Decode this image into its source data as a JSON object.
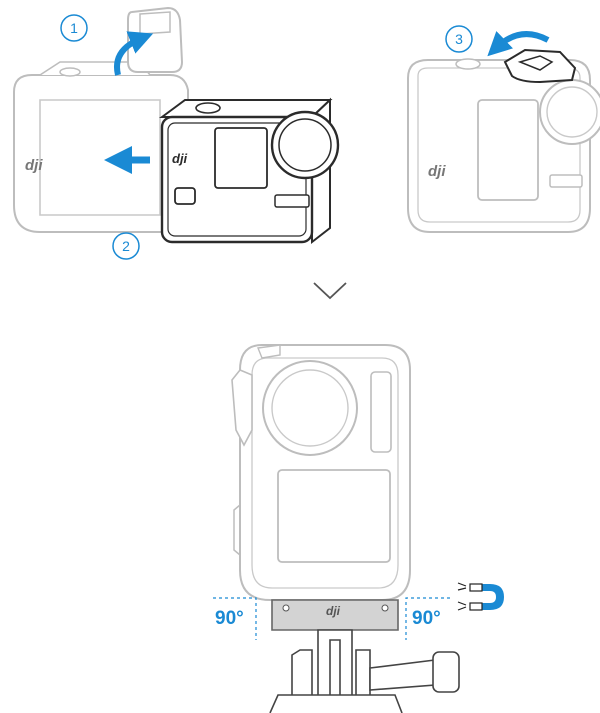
{
  "steps": [
    "1",
    "2",
    "3"
  ],
  "angle_left": "90°",
  "angle_right": "90°",
  "brand": "dji",
  "colors": {
    "accent": "#1a8ad4",
    "outline": "#bdbdbd",
    "camera": "#2b2b2b",
    "bracket": "#d3d3d3"
  },
  "icons": [
    "rotate-arrow-icon",
    "slide-arrow-icon",
    "chevron-down-icon",
    "magnet-icon"
  ]
}
